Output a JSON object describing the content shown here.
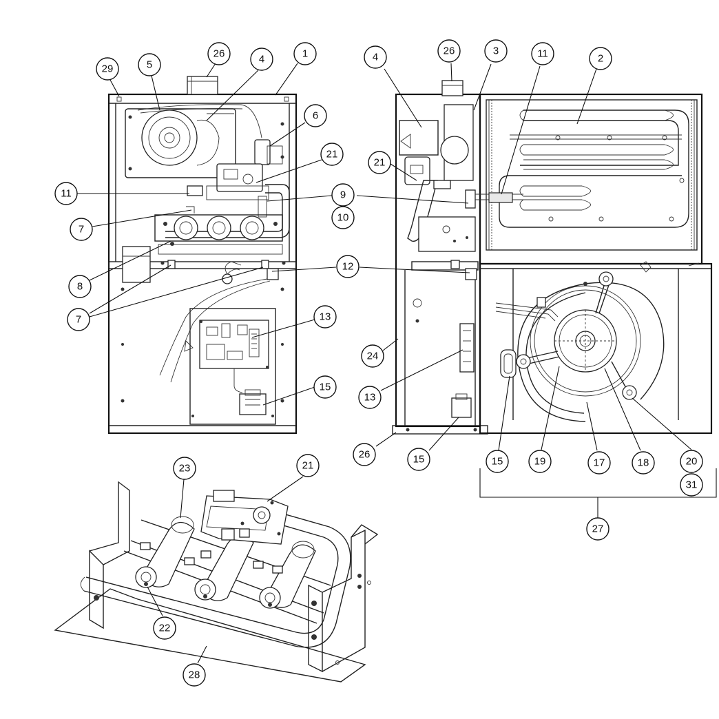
{
  "callouts": [
    {
      "id": "c29",
      "label": "29"
    },
    {
      "id": "c5",
      "label": "5"
    },
    {
      "id": "c26a",
      "label": "26"
    },
    {
      "id": "c4a",
      "label": "4"
    },
    {
      "id": "c1",
      "label": "1"
    },
    {
      "id": "c6",
      "label": "6"
    },
    {
      "id": "c21a",
      "label": "21"
    },
    {
      "id": "c11a",
      "label": "11"
    },
    {
      "id": "c9",
      "label": "9"
    },
    {
      "id": "c10",
      "label": "10"
    },
    {
      "id": "c7a",
      "label": "7"
    },
    {
      "id": "c8",
      "label": "8"
    },
    {
      "id": "c12",
      "label": "12"
    },
    {
      "id": "c7b",
      "label": "7"
    },
    {
      "id": "c13a",
      "label": "13"
    },
    {
      "id": "c15a",
      "label": "15"
    },
    {
      "id": "c4b",
      "label": "4"
    },
    {
      "id": "c26b",
      "label": "26"
    },
    {
      "id": "c3",
      "label": "3"
    },
    {
      "id": "c11b",
      "label": "11"
    },
    {
      "id": "c2",
      "label": "2"
    },
    {
      "id": "c21b",
      "label": "21"
    },
    {
      "id": "c24",
      "label": "24"
    },
    {
      "id": "c13b",
      "label": "13"
    },
    {
      "id": "c26c",
      "label": "26"
    },
    {
      "id": "c15b",
      "label": "15"
    },
    {
      "id": "c15c",
      "label": "15"
    },
    {
      "id": "c19",
      "label": "19"
    },
    {
      "id": "c17",
      "label": "17"
    },
    {
      "id": "c18",
      "label": "18"
    },
    {
      "id": "c20",
      "label": "20"
    },
    {
      "id": "c31",
      "label": "31"
    },
    {
      "id": "c27",
      "label": "27"
    },
    {
      "id": "c23",
      "label": "23"
    },
    {
      "id": "c21c",
      "label": "21"
    },
    {
      "id": "c22",
      "label": "22"
    },
    {
      "id": "c28",
      "label": "28"
    }
  ]
}
